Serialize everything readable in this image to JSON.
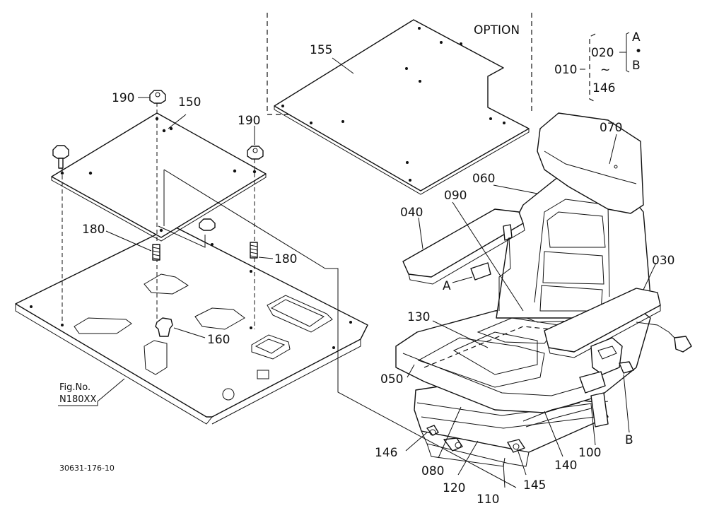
{
  "option_label": "OPTION",
  "figure_ref": {
    "caption": "Fig.No.",
    "number": "N180XX"
  },
  "drawing_code": "30631-176-10",
  "legend": {
    "parent": "010",
    "range_start": "020",
    "range_tilde": "~",
    "range_end": "146",
    "variant_a": "A",
    "variant_sep": "•",
    "variant_b": "B"
  },
  "callouts": {
    "p030": "030",
    "p040": "040",
    "p050": "050",
    "p060": "060",
    "p070": "070",
    "p080": "080",
    "p090": "090",
    "p100": "100",
    "p110": "110",
    "p120": "120",
    "p130": "130",
    "p140": "140",
    "p145": "145",
    "p146": "146",
    "p150": "150",
    "p155": "155",
    "p160": "160",
    "p180_left": "180",
    "p180_right": "180",
    "p190_left": "190",
    "p190_right": "190",
    "ref_a": "A",
    "ref_b": "B"
  }
}
